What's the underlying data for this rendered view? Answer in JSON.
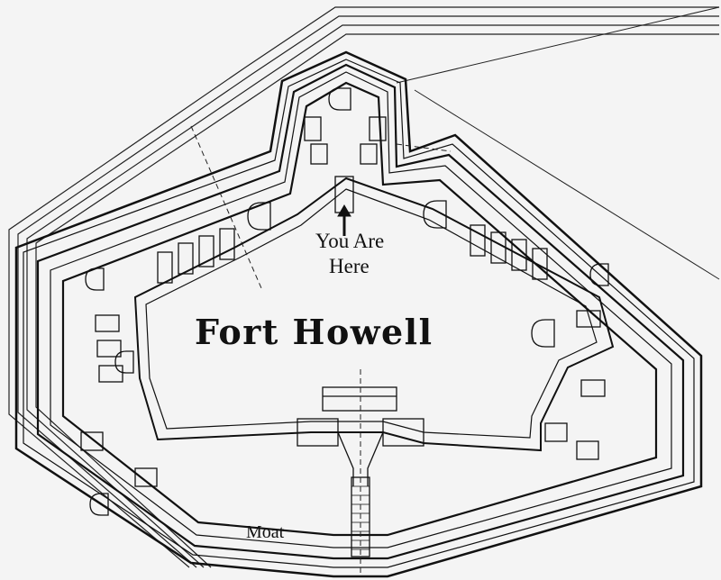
{
  "map": {
    "title": "Fort Howell",
    "marker_text_line1": "You Are",
    "marker_text_line2": "Here",
    "moat_label": "Moat",
    "ink_color": "#111111",
    "paper_color": "#f4f4f4",
    "icons": {
      "marker": "up-arrow-icon"
    }
  }
}
